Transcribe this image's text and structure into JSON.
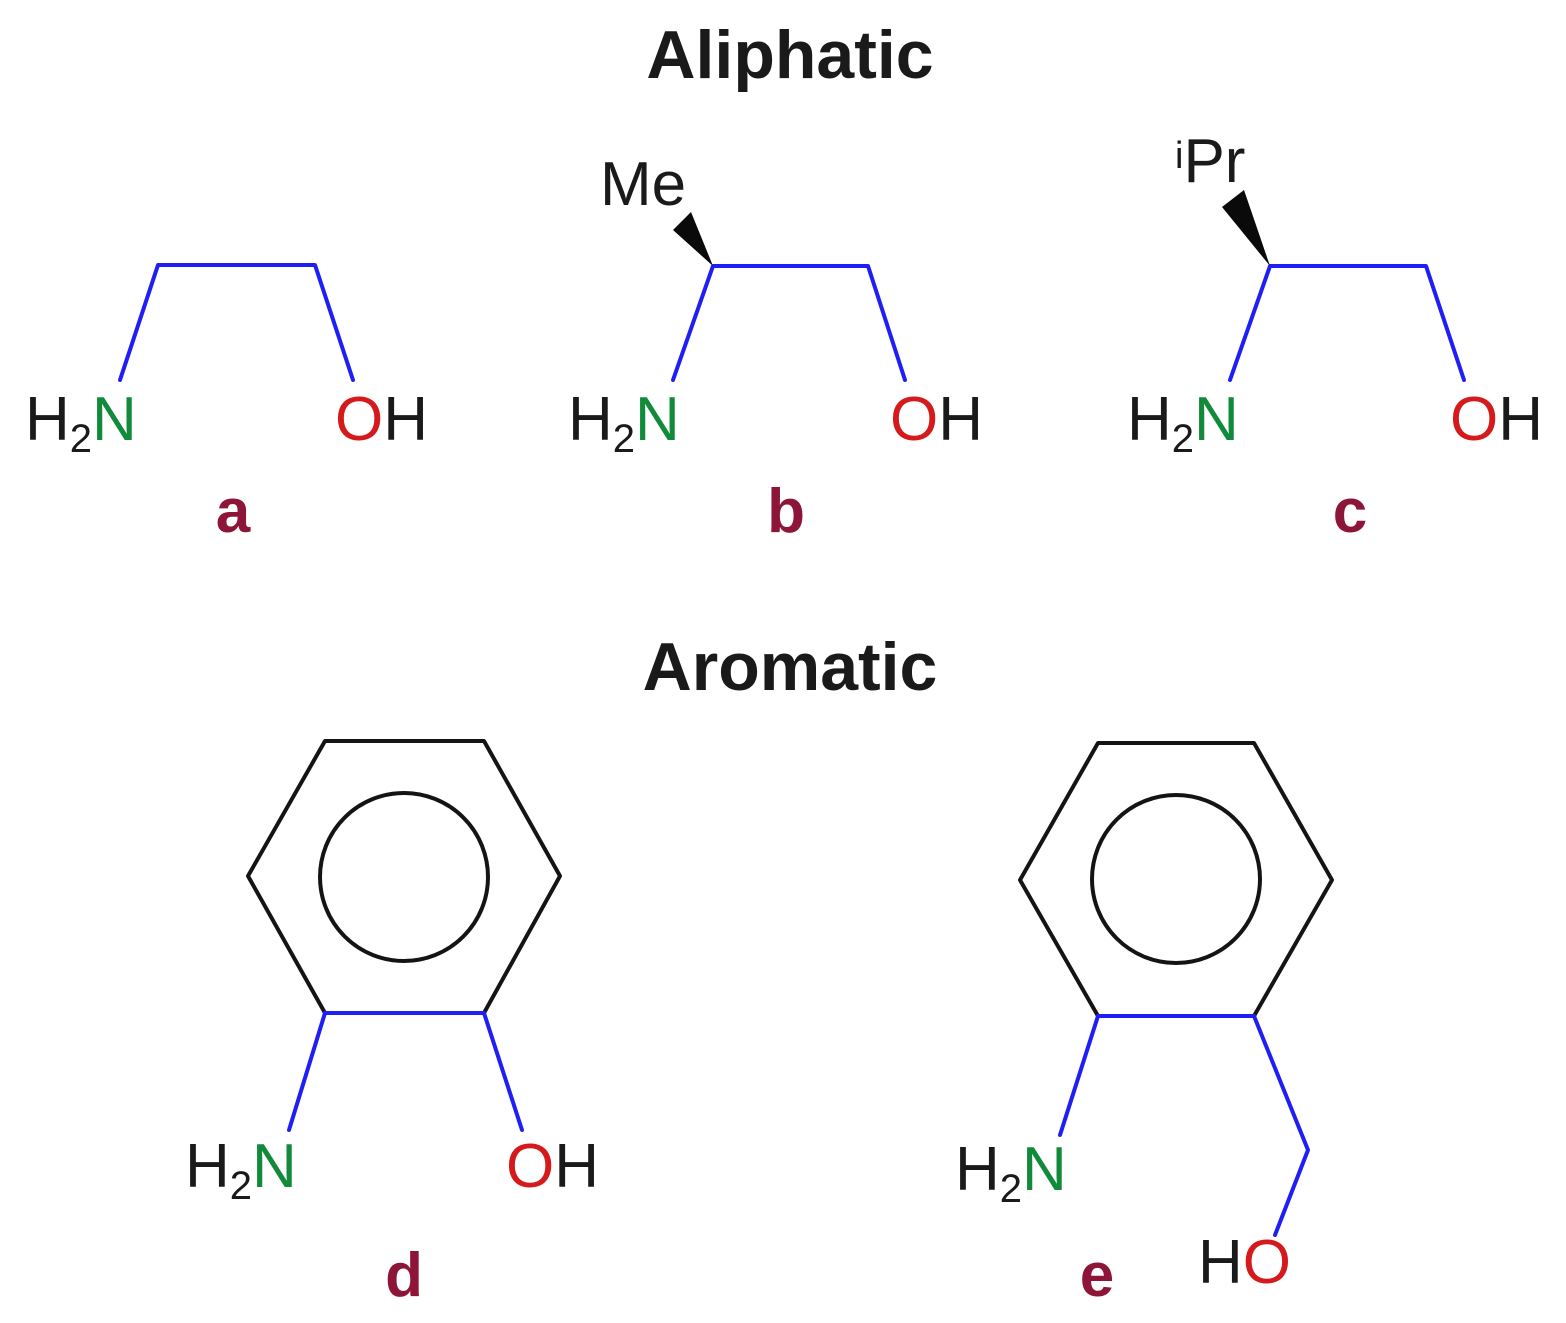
{
  "sections": {
    "aliphatic_title": "Aliphatic",
    "aromatic_title": "Aromatic"
  },
  "atoms": {
    "h": "H",
    "h_sub": "2",
    "n": "N",
    "o": "O",
    "oh_h": "H",
    "me": "Me",
    "ipr_sup": "i",
    "ipr": "Pr"
  },
  "compounds": {
    "a": "a",
    "b": "b",
    "c": "c",
    "d": "d",
    "e": "e"
  },
  "colors": {
    "bond_highlight": "#1f1ff5",
    "nitrogen": "#118a3a",
    "oxygen": "#d41a1a",
    "label": "#8c1538",
    "text": "#1a1a1a"
  }
}
